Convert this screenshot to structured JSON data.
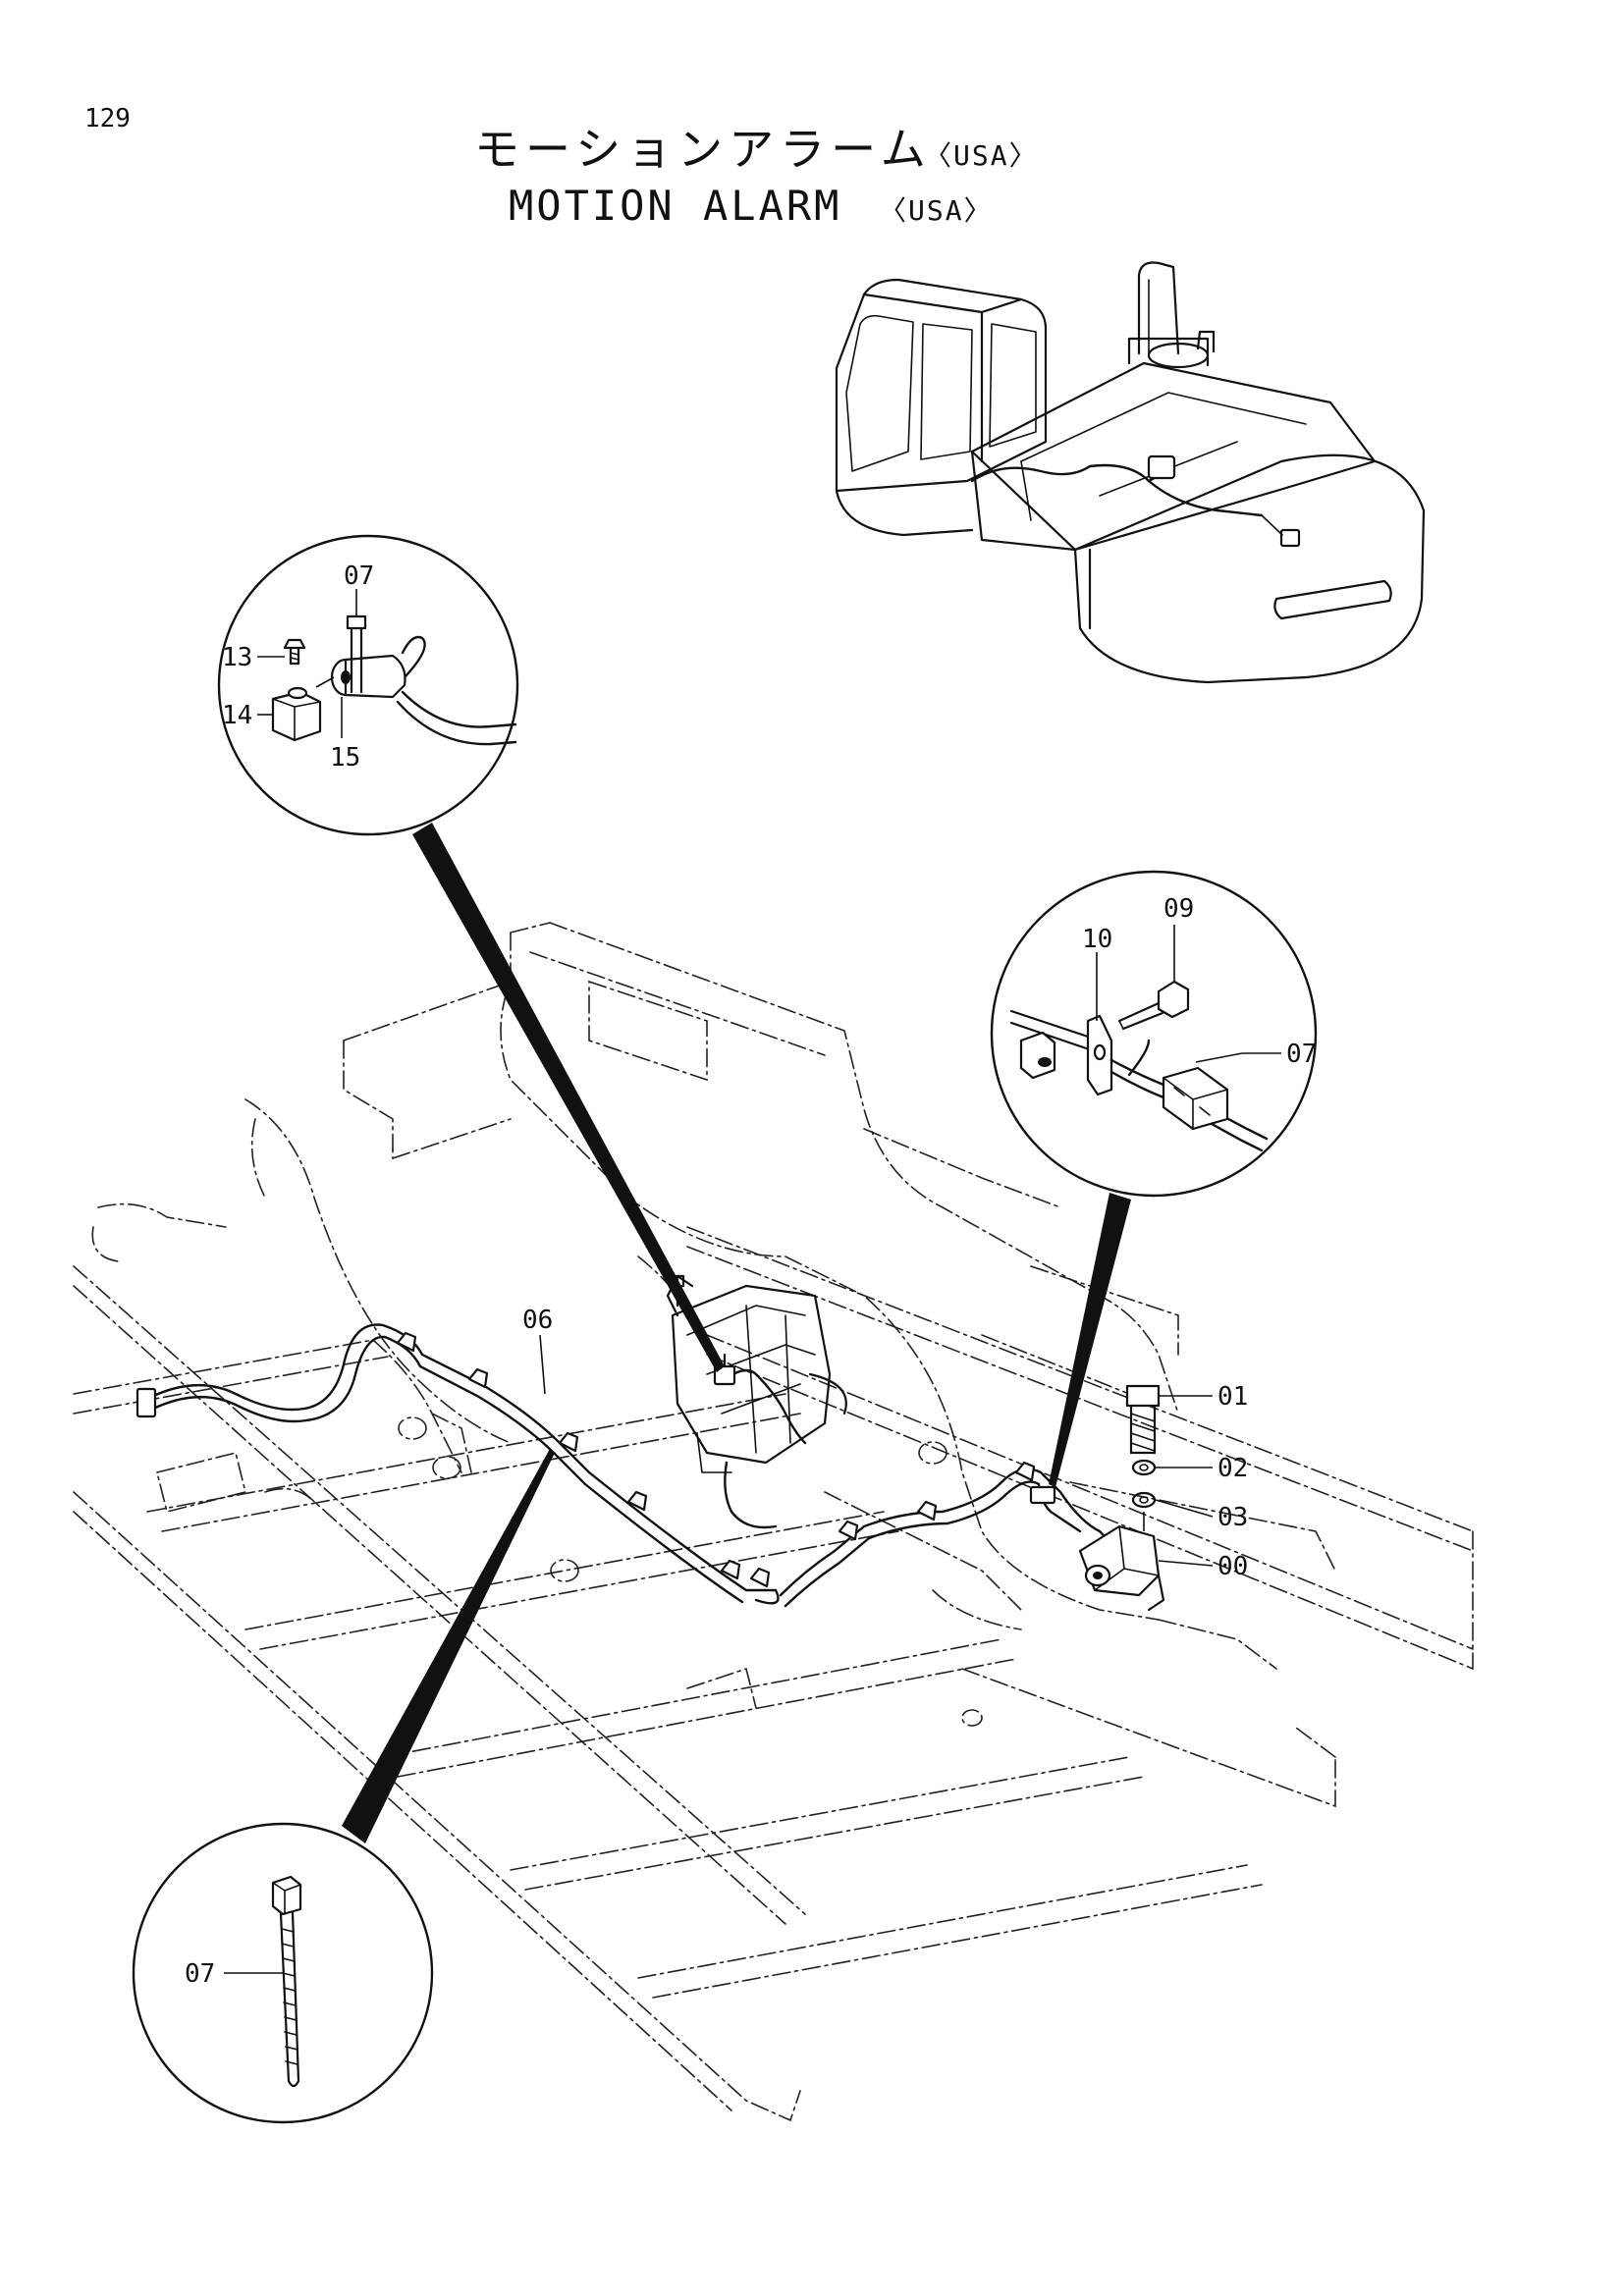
{
  "page_number": "129",
  "title_jp": "モーションアラーム",
  "title_jp_suffix": "〈USA〉",
  "title_en": "MOTION ALARM",
  "title_en_suffix": "〈USA〉",
  "labels": {
    "p00": "00",
    "p01": "01",
    "p02": "02",
    "p03": "03",
    "p06": "06",
    "p07_top": "07",
    "p13": "13",
    "p14": "14",
    "p15": "15",
    "p09": "09",
    "p10": "10",
    "p07_right": "07",
    "p07_bottom": "07"
  }
}
